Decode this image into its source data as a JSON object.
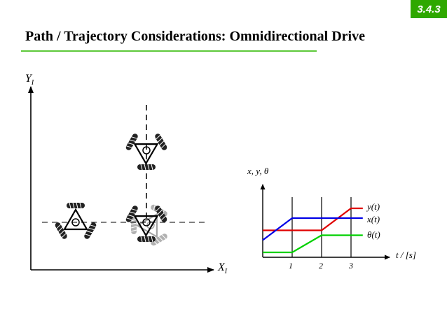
{
  "slide": {
    "section_number": "3.4.3",
    "title": "Path / Trajectory Considerations: Omnidirectional Drive",
    "accent_color": "#2ea800"
  },
  "diagram": {
    "y_axis_label": "Y",
    "y_axis_subscript": "I",
    "x_axis_label": "X",
    "x_axis_subscript": "I",
    "robot_count": 4,
    "robot_icon": "three-wheel-omnidirectional-robot-icon"
  },
  "chart": {
    "y_axis_label": "x, y, θ",
    "x_axis_label": "t / [s]",
    "tick_labels": [
      "1",
      "2",
      "3"
    ],
    "series_labels": {
      "y": "y(t)",
      "x": "x(t)",
      "theta": "θ(t)"
    },
    "colors": {
      "y": "#e00000",
      "x": "#0000e6",
      "theta": "#00d000"
    }
  },
  "chart_data": {
    "type": "line",
    "xlabel": "t / [s]",
    "ylabel": "x, y, θ",
    "x_ticks": [
      1,
      2,
      3
    ],
    "series": [
      {
        "name": "y(t)",
        "x": [
          0,
          2,
          3,
          3.4
        ],
        "y": [
          0.55,
          0.55,
          1.0,
          1.0
        ]
      },
      {
        "name": "x(t)",
        "x": [
          0,
          1,
          3.4
        ],
        "y": [
          0.35,
          0.8,
          0.8
        ]
      },
      {
        "name": "θ(t)",
        "x": [
          0,
          1,
          2,
          3.4
        ],
        "y": [
          0.1,
          0.1,
          0.45,
          0.45
        ]
      }
    ]
  }
}
